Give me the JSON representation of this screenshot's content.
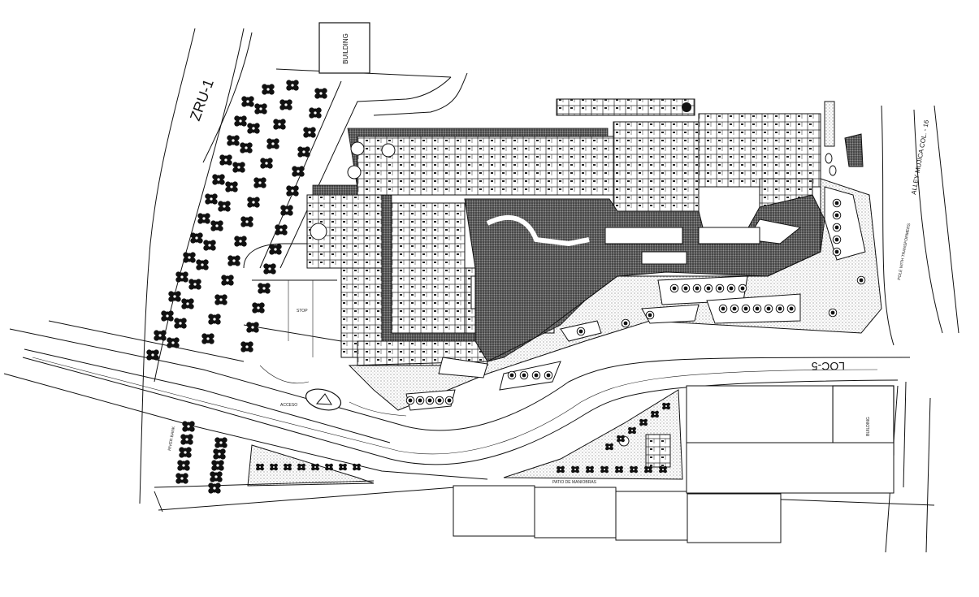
{
  "labels": {
    "zru": "ZRU-1",
    "building_top": "BUILDING",
    "loc": "LOC-5",
    "alley": "ALLEY MUJICA  COL. - 16",
    "building_right": "BUILDING",
    "pole": "POLE WITH TRANSFORMERS",
    "parking": "PATIO DE MANIOBRAS",
    "access": "ACCESO",
    "river": "RIVER BANK",
    "stop": "STOP"
  },
  "colors": {
    "ink": "#111111",
    "hatch": "#555555",
    "landscape_dots": "#9a9a9a",
    "paper": "#ffffff"
  }
}
